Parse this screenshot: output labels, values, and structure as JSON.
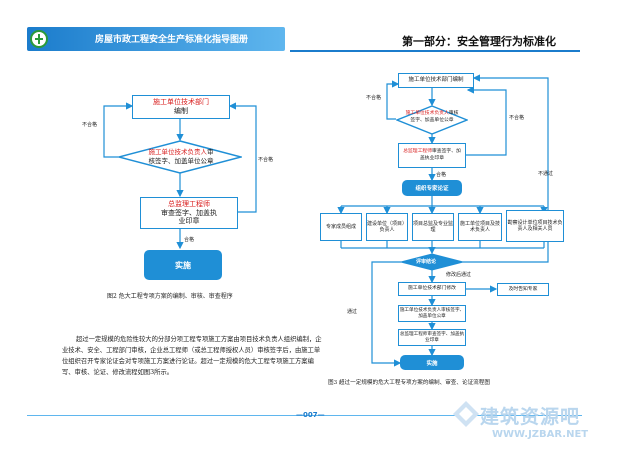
{
  "header": {
    "title": "房屋市政工程安全生产标准化指导图册",
    "section": "第一部分：安全管理行为标准化"
  },
  "left_flow": {
    "box1_line1": "施工单位技术部门",
    "box1_line2": "编制",
    "box2_line1": "施工单位技术负责人",
    "box2_line1b": "审",
    "box2_line2": "核签字、加盖单位公章",
    "box3_line1": "总监理工程师",
    "box3_line2": "审查签字、加盖执",
    "box3_line3": "业印章",
    "fail1": "不合格",
    "fail2": "不合格",
    "pass": "合格",
    "final": "实施",
    "caption": "图2 危大工程专项方案的编制、审核、审查程序"
  },
  "right_flow": {
    "b1": "施工单位技术部门编制",
    "b2_red": "施工单位技术负责人",
    "b2_rest": "审核签字、加盖单位公章",
    "b3_red": "总监理工程师",
    "b3_rest": "审查签字、加盖执业印章",
    "pass": "合格",
    "fail_top": "不合格",
    "fail_mid": "不合格",
    "expert": "组织专家论证",
    "members": [
      "专家成员组成",
      "建设单位（项目）负责人",
      "项目总监及专业监理",
      "施工单位项目及技术负责人",
      "勘察设计单位项目技术负责人及相关人员"
    ],
    "review": "评审结论",
    "not_pass": "不通过",
    "modify_pass": "修改后通过",
    "pass2": "通过",
    "m1": "施工单位技术部门修改",
    "m_side": "及时告知专家",
    "m2": "施工单位技术负责人审核签字、加盖单位公章",
    "m3": "总监理工程师审查签字、加盖执业印章",
    "final": "实施",
    "caption": "图3 超过一定规模的危大工程专项方案的编制、审查、论证流程图"
  },
  "paragraph": "超过一定规模的危险性较大的分部分项工程专项施工方案由项目技术负责人组织编制，企业技术、安全、工程部门审核，企业总工程师（或总工程师授权人员）审核签字后，由施工单位组织召开专家论证会对专项施工方案进行论证。超过一定规模的危大工程专项施工方案编写、审核、论证、修改流程如图3所示。",
  "footer": {
    "page_number": "—007—",
    "watermark_cn": "建筑资源吧",
    "watermark_url": "WWW.JZBAR.NET"
  }
}
